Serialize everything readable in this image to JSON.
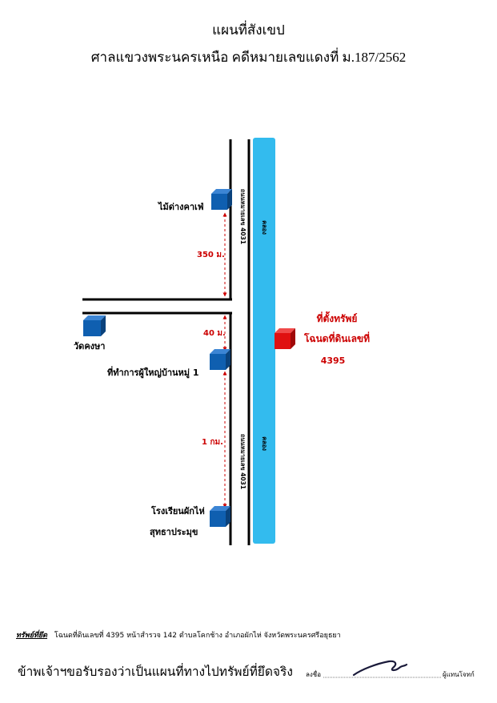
{
  "header": {
    "title": "แผนที่สังเขป",
    "subtitle": "ศาลแขวงพระนครเหนือ คดีหมายเลขแดงที่ ม.187/2562"
  },
  "map": {
    "canal_label_top": "คลอง",
    "canal_label_bottom": "คลอง",
    "road_label_top": "ถนนหมายเลข 4031",
    "road_label_bottom": "ถนนหมายเลข 4031",
    "landmarks": {
      "cafe": "ไม้ด่างคาเฟ่",
      "temple": "วัดคงษา",
      "headman_office": "ที่ทำการผู้ใหญ่บ้านหมู่  1",
      "school_line1": "โรงเรียนผักไห่",
      "school_line2": "สุทธาประมุข"
    },
    "distances": {
      "d1": "350 ม.",
      "d2": "40 ม.",
      "d3": "1 กม."
    },
    "property": {
      "line1": "ที่ตั้งทรัพย์",
      "line2": "โฉนดที่ดินเลขที่",
      "number": "4395"
    },
    "colors": {
      "canal": "#33bbee",
      "marker": "#0f5fb0",
      "property_marker": "#e01010",
      "distance": "#cc0000"
    }
  },
  "footer": {
    "seized_label": "ทรัพย์ที่ยึด",
    "seized_text": "โฉนดที่ดินเลขที่ 4395 หน้าสำรวจ 142 ตำบลโคกช้าง อำเภอผักไห่ จังหวัดพระนครศรีอยุธยา",
    "certify": "ข้าพเจ้าฯขอรับรองว่าเป็นแผนที่ทางไปทรัพย์ที่ยึดจริง",
    "sign_label": "ลงชื่อ",
    "sign_role": "ผู้แทนโจทก์"
  }
}
